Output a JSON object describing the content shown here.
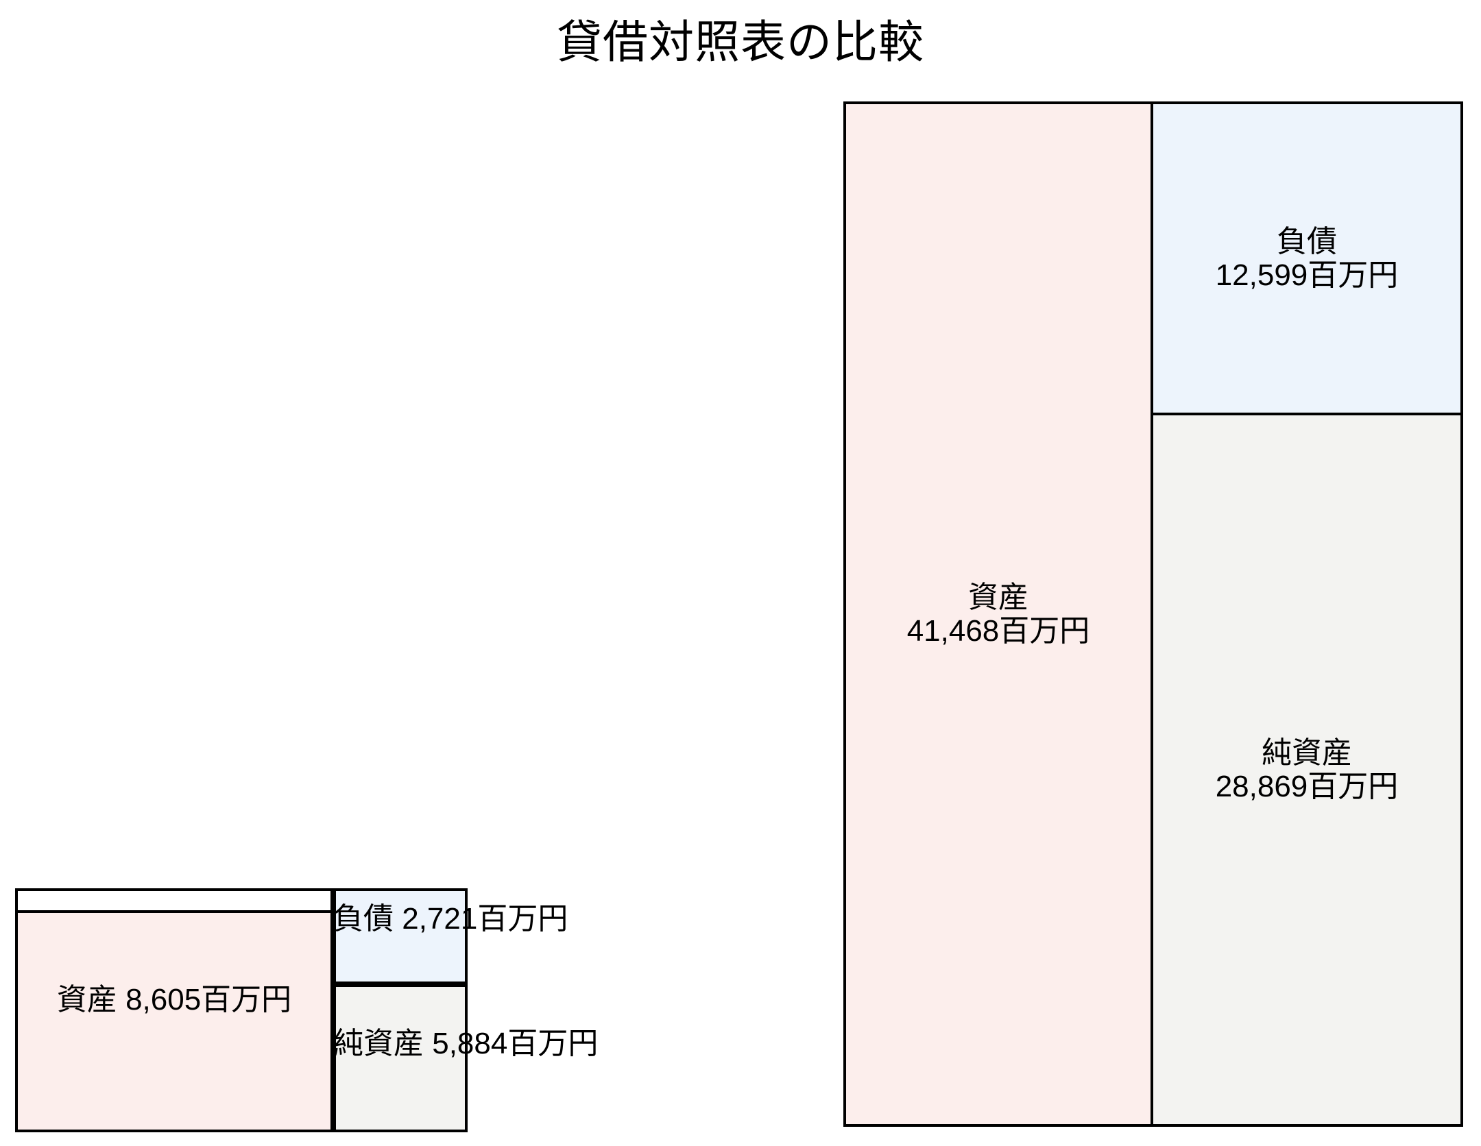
{
  "chart": {
    "title": "貸借対照表の比較"
  },
  "chart_data": {
    "type": "bar",
    "title": "貸借対照表の比較",
    "xlabel": "",
    "ylabel": "",
    "unit": "百万円",
    "charts": [
      {
        "name": "left",
        "position": "left",
        "assets": {
          "label": "資産",
          "value": 8605,
          "text": "8,605百万円",
          "color": "#fceeec"
        },
        "liabilities": {
          "label": "負債",
          "value": 2721,
          "text": "2,721百万円",
          "color": "#edf4fc"
        },
        "net_assets": {
          "label": "純資産",
          "value": 5884,
          "text": "5,884百万円",
          "color": "#f3f3f1"
        }
      },
      {
        "name": "right",
        "position": "right",
        "assets": {
          "label": "資産",
          "value": 41468,
          "text": "41,468百万円",
          "color": "#fceeec"
        },
        "liabilities": {
          "label": "負債",
          "value": 12599,
          "text": "12,599百万円",
          "color": "#edf4fc"
        },
        "net_assets": {
          "label": "純資産",
          "value": 28869,
          "text": "28,869百万円",
          "color": "#f3f3f1"
        }
      }
    ]
  },
  "left_chart": {
    "assets_label": "資産",
    "assets_amount": "8,605百万円",
    "liabilities_label": "負債",
    "liabilities_amount": "2,721百万円",
    "net_assets_label": "純資産",
    "net_assets_amount": "5,884百万円"
  },
  "right_chart": {
    "assets_label": "資産",
    "assets_amount": "41,468百万円",
    "liabilities_label": "負債",
    "liabilities_amount": "12,599百万円",
    "net_assets_label": "純資産",
    "net_assets_amount": "28,869百万円"
  },
  "colors": {
    "assets": "#fceeec",
    "liabilities": "#edf4fc",
    "net_assets": "#f3f3f1",
    "outline": "#000000",
    "background": "#ffffff"
  }
}
